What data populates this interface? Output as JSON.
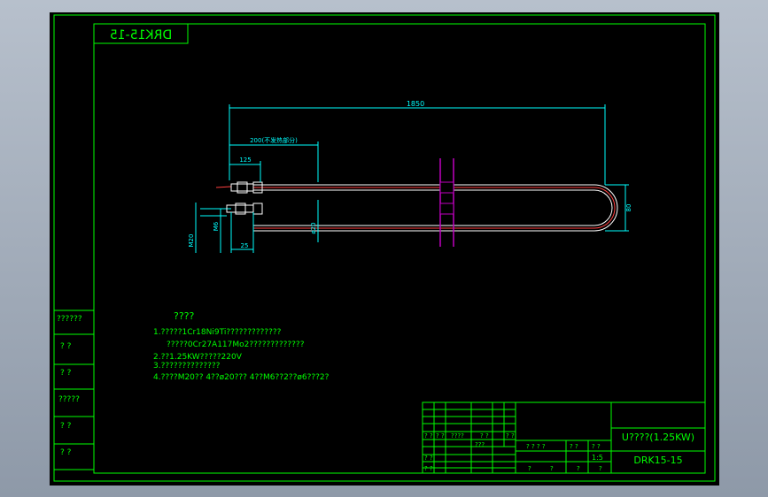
{
  "drawing_code_mirrored": "DRK15-15",
  "dimensions": {
    "overall_length": "1850",
    "cold_end_length": "200(不发热部分)",
    "fitting_length": "125",
    "u_width": "80",
    "thread_m20": "M20",
    "thread_m6": "M6",
    "tube_dia": "ø20",
    "nut_length": "25"
  },
  "notes": {
    "heading": "????",
    "lines": [
      "1.?????1Cr18Ni9Ti?????????????",
      "?????0Cr27A117Mo2?????????????",
      "2.??1.25KW?????220V",
      "3.??????????????",
      "4.????M20??  4??ø20???  4??M6??2??ø6???2?"
    ]
  },
  "left_strip": {
    "cells": [
      "??????",
      "?  ?",
      "?  ?",
      "?????",
      "?  ?",
      "?  ?"
    ]
  },
  "title_block": {
    "title": "U????(1.25KW)",
    "drawing_no": "DRK15-15",
    "scale": "1:5",
    "row_labels": [
      "? ?",
      "? ?",
      "????",
      "? ?",
      "? ?",
      "? ?"
    ],
    "lower_labels": [
      "? ?",
      "? ?",
      "???",
      "? ? ? ?",
      "? ?",
      "? ?",
      "?",
      "?",
      "?",
      "?"
    ]
  },
  "colors": {
    "background": "#000000",
    "frame": "#00ff00",
    "dimension": "#00ffff",
    "tube_outer": "#ffffff",
    "tube_inner": "#ff4040",
    "flange": "#c000c0",
    "note_text": "#00ff00"
  }
}
